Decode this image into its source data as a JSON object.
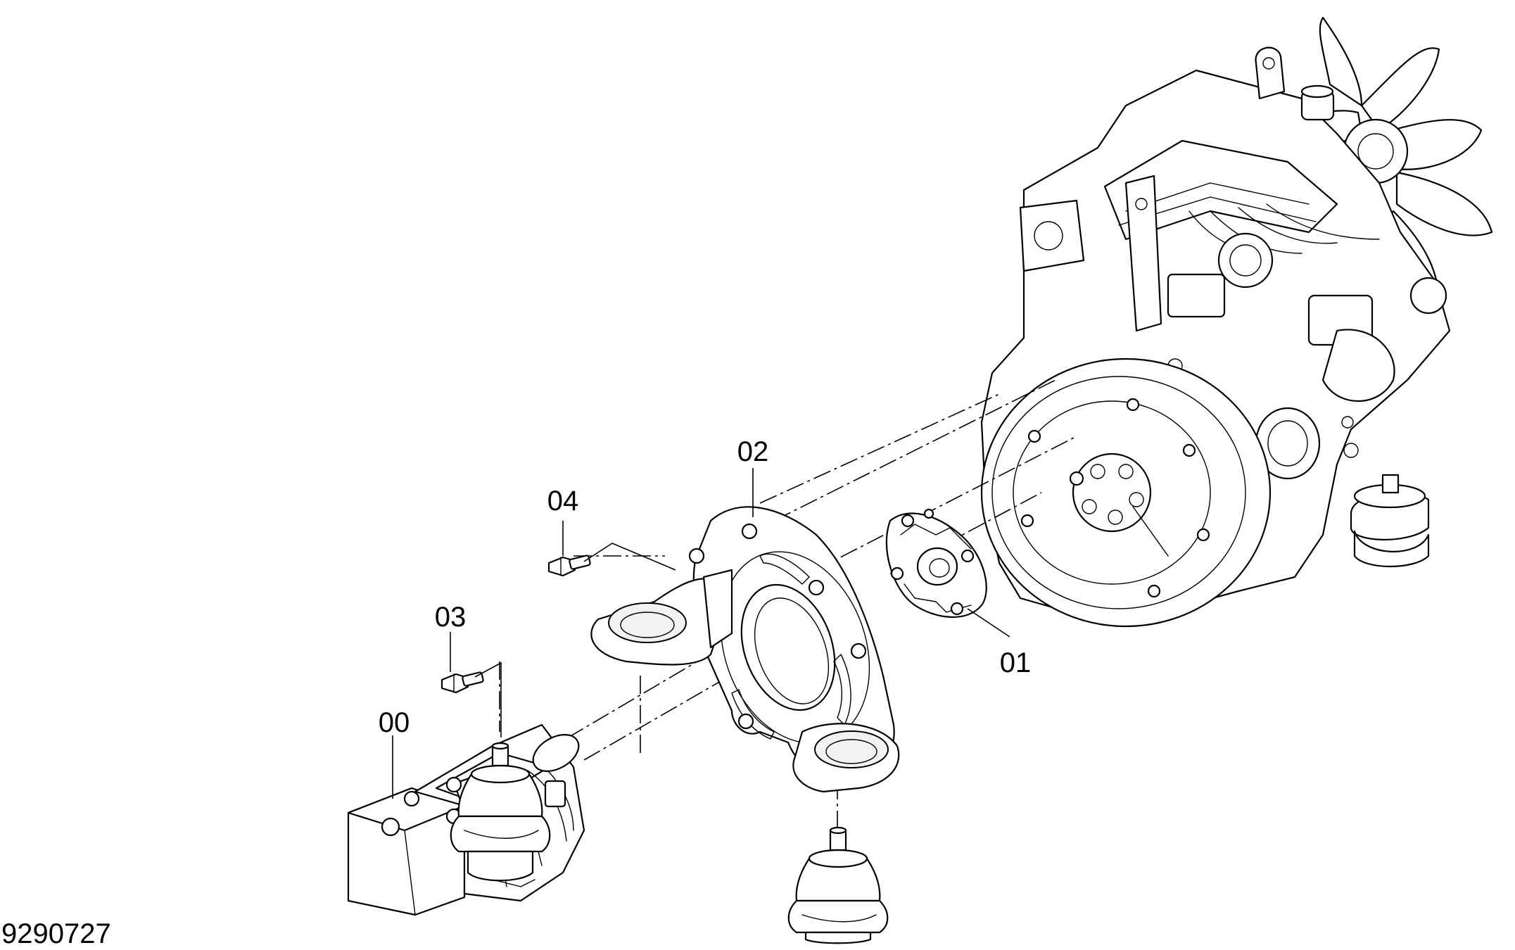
{
  "figure": {
    "drawing_number": "9290727",
    "callouts": {
      "c00": "00",
      "c01": "01",
      "c02": "02",
      "c03": "03",
      "c04": "04"
    }
  }
}
